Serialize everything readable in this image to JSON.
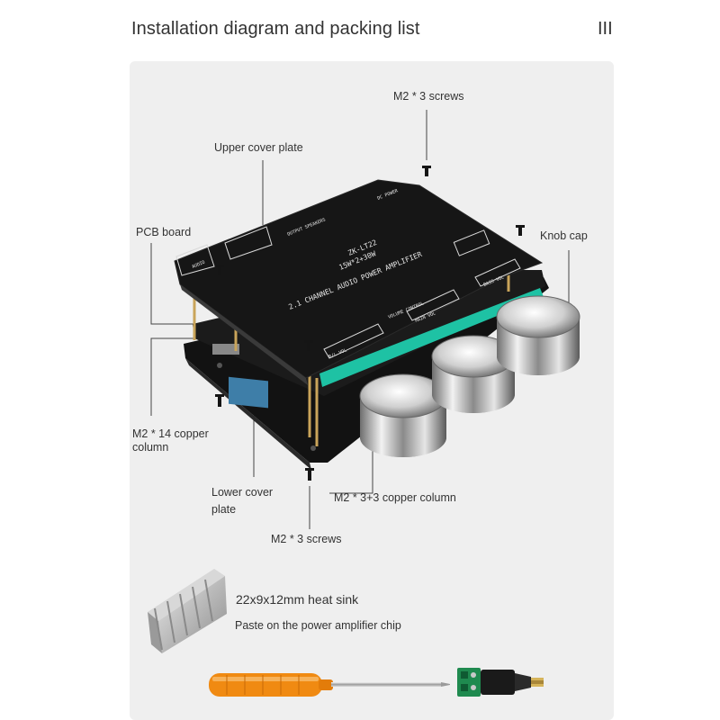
{
  "page": {
    "title": "Installation diagram and packing list",
    "page_marker": "III"
  },
  "labels": {
    "m2_3_screws_top": "M2 * 3 screws",
    "upper_cover_plate": "Upper cover plate",
    "pcb_board": "PCB board",
    "knob_cap": "Knob cap",
    "m2_14_copper_column_line1": "M2 * 14 copper",
    "m2_14_copper_column_line2": "column",
    "lower_cover_plate_line1": "Lower cover",
    "lower_cover_plate_line2": "plate",
    "m2_3_3_copper_column": "M2 * 3+3 copper column",
    "m2_3_screws_bottom": "M2 * 3 screws",
    "heat_sink": "22x9x12mm heat sink",
    "heat_sink_note": "Paste on the power amplifier chip"
  },
  "board_silkscreen": {
    "model": "ZK-LT22",
    "power": "15W*2+30W",
    "description": "2.1 CHANNEL AUDIO POWER AMPLIFIER",
    "knob_labels": [
      "R/L VOL",
      "MAIN VOL",
      "BASS VOL"
    ],
    "section_label": "VOLUME CONTROL",
    "small_marks": [
      "AUDIO",
      "OUTPUT SPEAKERS",
      "DC POWER"
    ]
  },
  "colors": {
    "panel_bg": "#efefef",
    "board_black": "#1a1a1a",
    "knob_silver": "#c9c9c9",
    "screwdriver_orange": "#f08a12",
    "terminal_green": "#1f8a4f"
  }
}
